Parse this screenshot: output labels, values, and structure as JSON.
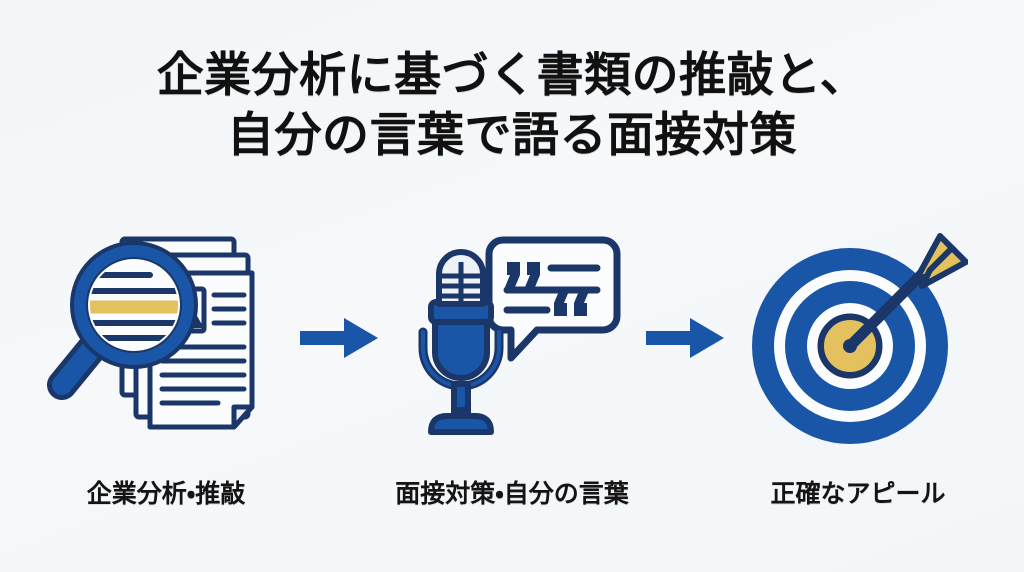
{
  "slide": {
    "background_color": "#f4f7f9",
    "title": {
      "line1": "企業分析に基づく書類の推敲と、",
      "line2": "自分の言葉で語る面接対策",
      "color": "#111111"
    },
    "palette": {
      "brand_blue": "#1a56a8",
      "deep_navy": "#1b3668",
      "gold": "#e3c15f",
      "paper_white": "#fbfcfd",
      "arrow_blue": "#1a56a8"
    },
    "steps": [
      {
        "id": "analysis",
        "icon": "magnifier-documents-icon",
        "caption": "企業分析・推敲"
      },
      {
        "id": "interview",
        "icon": "microphone-speech-bubble-icon",
        "caption": "面接対策・自分の言葉"
      },
      {
        "id": "appeal",
        "icon": "target-arrow-icon",
        "caption": "正確なアピール"
      }
    ],
    "arrows": [
      {
        "id": "arrow-1",
        "icon": "arrow-right-icon"
      },
      {
        "id": "arrow-2",
        "icon": "arrow-right-icon"
      }
    ]
  }
}
